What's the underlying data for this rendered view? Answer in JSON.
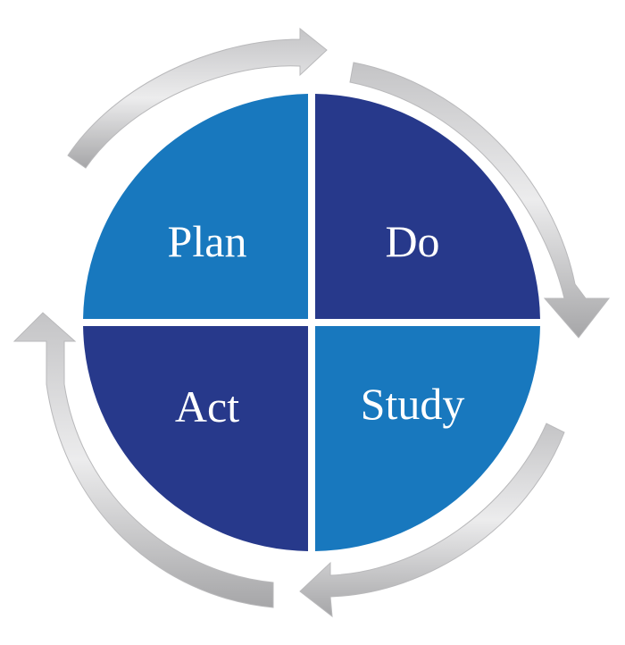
{
  "quadrants": [
    {
      "id": "plan",
      "label": "Plan",
      "color": "#1878be"
    },
    {
      "id": "do",
      "label": "Do",
      "color": "#27398b"
    },
    {
      "id": "study",
      "label": "Study",
      "color": "#1878be"
    },
    {
      "id": "act",
      "label": "Act",
      "color": "#27398b"
    }
  ],
  "cycle": {
    "direction": "clockwise",
    "arrow_color": "#a9a9ab",
    "arrow_highlight": "#f2f2f3"
  },
  "divider_color": "#ffffff"
}
